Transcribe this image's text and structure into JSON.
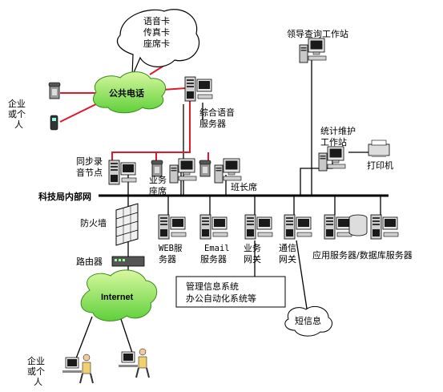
{
  "voice_card_bubble": [
    "语音卡",
    "传真卡",
    "座席卡"
  ],
  "leader_workstation": "领导查询工作站",
  "public_phone": "公共电话",
  "enterprise_top": [
    "企业",
    "或个",
    "人"
  ],
  "voice_server": [
    "综合语音",
    "服务器"
  ],
  "stats_workstation": [
    "统计维护",
    "工作站"
  ],
  "printer": "打印机",
  "sync_node": [
    "同步录",
    "音节点"
  ],
  "business_seat": [
    "业务",
    "座席"
  ],
  "shift_seat": "班长席",
  "lan": "科技局内部网",
  "firewall": "防火墙",
  "web_server": [
    "WEB服",
    "务器"
  ],
  "email_server": [
    "Email",
    "服务器"
  ],
  "business_gateway": [
    "业务",
    "网关"
  ],
  "comm_gateway": [
    "通信",
    "网关"
  ],
  "app_db_server": "应用服务器/数据库服务器",
  "router": "路由器",
  "mis_box": [
    "管理信息系统",
    "办公自动化系统等"
  ],
  "internet": "Internet",
  "sms": "短信息",
  "enterprise_bottom": [
    "企业",
    "或个",
    "人"
  ]
}
